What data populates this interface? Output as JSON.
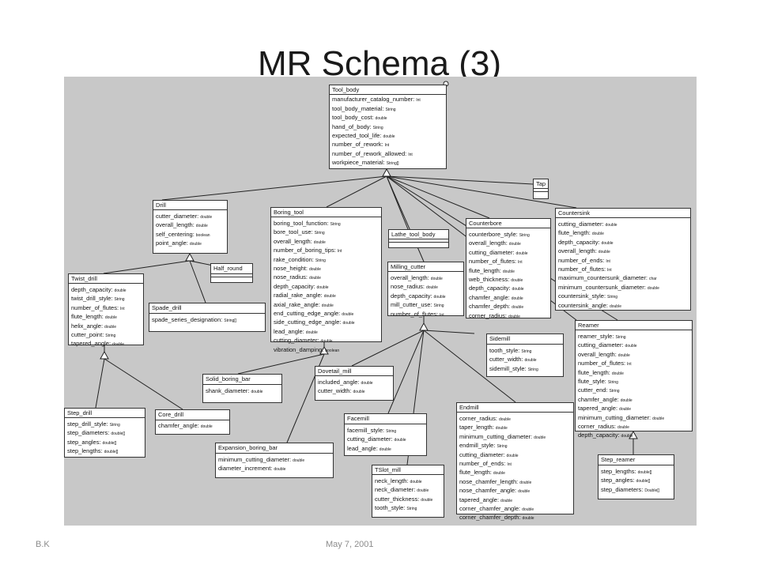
{
  "title": "MR Schema (3)",
  "footer": {
    "author": "B.K",
    "date": "May 7, 2001"
  },
  "classes": {
    "tool_body": {
      "name": "Tool_body",
      "attrs": [
        {
          "n": "manufacturer_catalog_number:",
          "t": "Int"
        },
        {
          "n": "tool_body_material:",
          "t": "String"
        },
        {
          "n": "tool_body_cost:",
          "t": "double"
        },
        {
          "n": "hand_of_body:",
          "t": "String"
        },
        {
          "n": "expected_tool_life:",
          "t": "double"
        },
        {
          "n": "number_of_rework:",
          "t": "Int"
        },
        {
          "n": "number_of_rework_allowed:",
          "t": "Int"
        },
        {
          "n": "workpiece_material:",
          "t": "String[]"
        }
      ]
    },
    "tap": {
      "name": "Tap",
      "attrs": []
    },
    "drill": {
      "name": "Drill",
      "attrs": [
        {
          "n": "cutter_diameter:",
          "t": "double"
        },
        {
          "n": "overall_length:",
          "t": "double"
        },
        {
          "n": "self_centering:",
          "t": "boolean"
        },
        {
          "n": "point_angle:",
          "t": "double"
        }
      ]
    },
    "boring_tool": {
      "name": "Boring_tool",
      "attrs": [
        {
          "n": "boring_tool_function:",
          "t": "String"
        },
        {
          "n": "bore_tool_use:",
          "t": "String"
        },
        {
          "n": "overall_length:",
          "t": "double"
        },
        {
          "n": "number_of_boring_tips:",
          "t": "Int"
        },
        {
          "n": "rake_condition:",
          "t": "String"
        },
        {
          "n": "nose_height:",
          "t": "double"
        },
        {
          "n": "nose_radius:",
          "t": "double"
        },
        {
          "n": "depth_capacity:",
          "t": "double"
        },
        {
          "n": "radial_rake_angle:",
          "t": "double"
        },
        {
          "n": "axial_rake_angle:",
          "t": "double"
        },
        {
          "n": "end_cutting_edge_angle:",
          "t": "double"
        },
        {
          "n": "side_cutting_edge_angle:",
          "t": "double"
        },
        {
          "n": "lead_angle:",
          "t": "double"
        },
        {
          "n": "cutting_diameter:",
          "t": "double"
        },
        {
          "n": "vibration_damping:",
          "t": "boolean"
        }
      ]
    },
    "lathe_tool_body": {
      "name": "Lathe_tool_body",
      "attrs": []
    },
    "counterbore": {
      "name": "Counterbore",
      "attrs": [
        {
          "n": "counterbore_style:",
          "t": "String"
        },
        {
          "n": "overall_length:",
          "t": "double"
        },
        {
          "n": "cutting_diameter:",
          "t": "double"
        },
        {
          "n": "number_of_flutes:",
          "t": "Int"
        },
        {
          "n": "flute_length:",
          "t": "double"
        },
        {
          "n": "web_thickness:",
          "t": "double"
        },
        {
          "n": "depth_capacity:",
          "t": "double"
        },
        {
          "n": "chamfer_angle:",
          "t": "double"
        },
        {
          "n": "chamfer_depth:",
          "t": "double"
        },
        {
          "n": "corner_radius:",
          "t": "double"
        }
      ]
    },
    "countersink": {
      "name": "Countersink",
      "attrs": [
        {
          "n": "cutting_diameter:",
          "t": "double"
        },
        {
          "n": "flute_length:",
          "t": "double"
        },
        {
          "n": "depth_capacity:",
          "t": "double"
        },
        {
          "n": "overall_length:",
          "t": "double"
        },
        {
          "n": "number_of_ends:",
          "t": "Int"
        },
        {
          "n": "number_of_flutes:",
          "t": "Int"
        },
        {
          "n": "maximum_countersunk_diameter:",
          "t": "char"
        },
        {
          "n": "minimum_countersunk_diameter:",
          "t": "double"
        },
        {
          "n": "countersink_style:",
          "t": "String"
        },
        {
          "n": "countersink_angle:",
          "t": "double"
        }
      ]
    },
    "twist_drill": {
      "name": "Twist_drill",
      "attrs": [
        {
          "n": "depth_capacity:",
          "t": "double"
        },
        {
          "n": "twist_drill_style:",
          "t": "String"
        },
        {
          "n": "number_of_flutes:",
          "t": "Int"
        },
        {
          "n": "flute_length:",
          "t": "double"
        },
        {
          "n": "helix_angle:",
          "t": "double"
        },
        {
          "n": "cutter_point:",
          "t": "String"
        },
        {
          "n": "tapered_angle:",
          "t": "double"
        }
      ]
    },
    "half_round": {
      "name": "Half_round",
      "attrs": []
    },
    "spade_drill": {
      "name": "Spade_drill",
      "attrs": [
        {
          "n": "spade_series_designation:",
          "t": "String[]"
        }
      ]
    },
    "milling_cutter": {
      "name": "Milling_cutter",
      "attrs": [
        {
          "n": "overall_length:",
          "t": "double"
        },
        {
          "n": "nose_radius:",
          "t": "double"
        },
        {
          "n": "depth_capacity:",
          "t": "double"
        },
        {
          "n": "mill_cutter_use:",
          "t": "String"
        },
        {
          "n": "number_of_flutes:",
          "t": "Int"
        }
      ]
    },
    "sidemill": {
      "name": "Sidemill",
      "attrs": [
        {
          "n": "tooth_style:",
          "t": "String"
        },
        {
          "n": "cutter_width:",
          "t": "double"
        },
        {
          "n": "sidemill_style:",
          "t": "String"
        }
      ]
    },
    "reamer": {
      "name": "Reamer",
      "attrs": [
        {
          "n": "reamer_style:",
          "t": "String"
        },
        {
          "n": "cutting_diameter:",
          "t": "double"
        },
        {
          "n": "overall_length:",
          "t": "double"
        },
        {
          "n": "number_of_flutes:",
          "t": "Int"
        },
        {
          "n": "flute_length:",
          "t": "double"
        },
        {
          "n": "flute_style:",
          "t": "String"
        },
        {
          "n": "cutter_end:",
          "t": "String"
        },
        {
          "n": "chamfer_angle:",
          "t": "double"
        },
        {
          "n": "tapered_angle:",
          "t": "double"
        },
        {
          "n": "minimum_cutting_diameter:",
          "t": "double"
        },
        {
          "n": "corner_radius:",
          "t": "double"
        },
        {
          "n": "depth_capacity:",
          "t": "double"
        }
      ]
    },
    "solid_boring_bar": {
      "name": "Solid_boring_bar",
      "attrs": [
        {
          "n": "shank_diameter:",
          "t": "double"
        }
      ]
    },
    "dovetail_mill": {
      "name": "Dovetail_mill",
      "attrs": [
        {
          "n": "included_angle:",
          "t": "double"
        },
        {
          "n": "cutter_width:",
          "t": "double"
        }
      ]
    },
    "step_drill": {
      "name": "Step_drill",
      "attrs": [
        {
          "n": "step_drill_style:",
          "t": "String"
        },
        {
          "n": "step_diameters:",
          "t": "double[]"
        },
        {
          "n": "step_angles:",
          "t": "double[]"
        },
        {
          "n": "step_lengths:",
          "t": "double[]"
        }
      ]
    },
    "core_drill": {
      "name": "Core_drill",
      "attrs": [
        {
          "n": "chamfer_angle:",
          "t": "double"
        }
      ]
    },
    "facemill": {
      "name": "Facemill",
      "attrs": [
        {
          "n": "facemill_style:",
          "t": "String"
        },
        {
          "n": "cutting_diameter:",
          "t": "double"
        },
        {
          "n": "lead_angle:",
          "t": "double"
        }
      ]
    },
    "endmill": {
      "name": "Endmill",
      "attrs": [
        {
          "n": "corner_radius:",
          "t": "double"
        },
        {
          "n": "taper_length:",
          "t": "double"
        },
        {
          "n": "minimum_cutting_diameter:",
          "t": "double"
        },
        {
          "n": "endmill_style:",
          "t": "String"
        },
        {
          "n": "cutting_diameter:",
          "t": "double"
        },
        {
          "n": "number_of_ends:",
          "t": "Int"
        },
        {
          "n": "flute_length:",
          "t": "double"
        },
        {
          "n": "nose_chamfer_length:",
          "t": "double"
        },
        {
          "n": "nose_chamfer_angle:",
          "t": "double"
        },
        {
          "n": "tapered_angle:",
          "t": "double"
        },
        {
          "n": "corner_chamfer_angle:",
          "t": "double"
        },
        {
          "n": "corner_chamfer_depth:",
          "t": "double"
        }
      ]
    },
    "expansion_boring_bar": {
      "name": "Expansion_boring_bar",
      "attrs": [
        {
          "n": "minimum_cutting_diameter:",
          "t": "double"
        },
        {
          "n": "diameter_increment:",
          "t": "double"
        }
      ]
    },
    "tslot_mill": {
      "name": "TSlot_mill",
      "attrs": [
        {
          "n": "neck_length:",
          "t": "double"
        },
        {
          "n": "neck_diameter:",
          "t": "double"
        },
        {
          "n": "cutter_thickness:",
          "t": "double"
        },
        {
          "n": "tooth_style:",
          "t": "String"
        }
      ]
    },
    "step_reamer": {
      "name": "Step_reamer",
      "attrs": [
        {
          "n": "step_lengths:",
          "t": "double[]"
        },
        {
          "n": "step_angles:",
          "t": "double[]"
        },
        {
          "n": "step_diameters:",
          "t": "Double[]"
        }
      ]
    }
  }
}
